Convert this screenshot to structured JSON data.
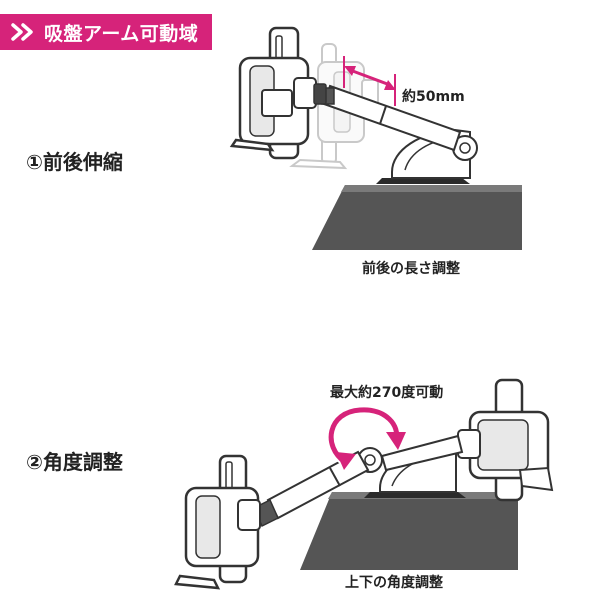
{
  "header": {
    "title": "吸盤アーム可動域",
    "background_color": "#d6237a",
    "icon": "double-chevron-right-icon"
  },
  "sections": [
    {
      "label": "①前後伸縮",
      "dimension_label": "約50mm",
      "caption": "前後の長さ調整",
      "accent_color": "#d6237a"
    },
    {
      "label": "②角度調整",
      "dimension_label": "最大約270度可動",
      "caption": "上下の角度調整",
      "accent_color": "#d6237a"
    }
  ]
}
